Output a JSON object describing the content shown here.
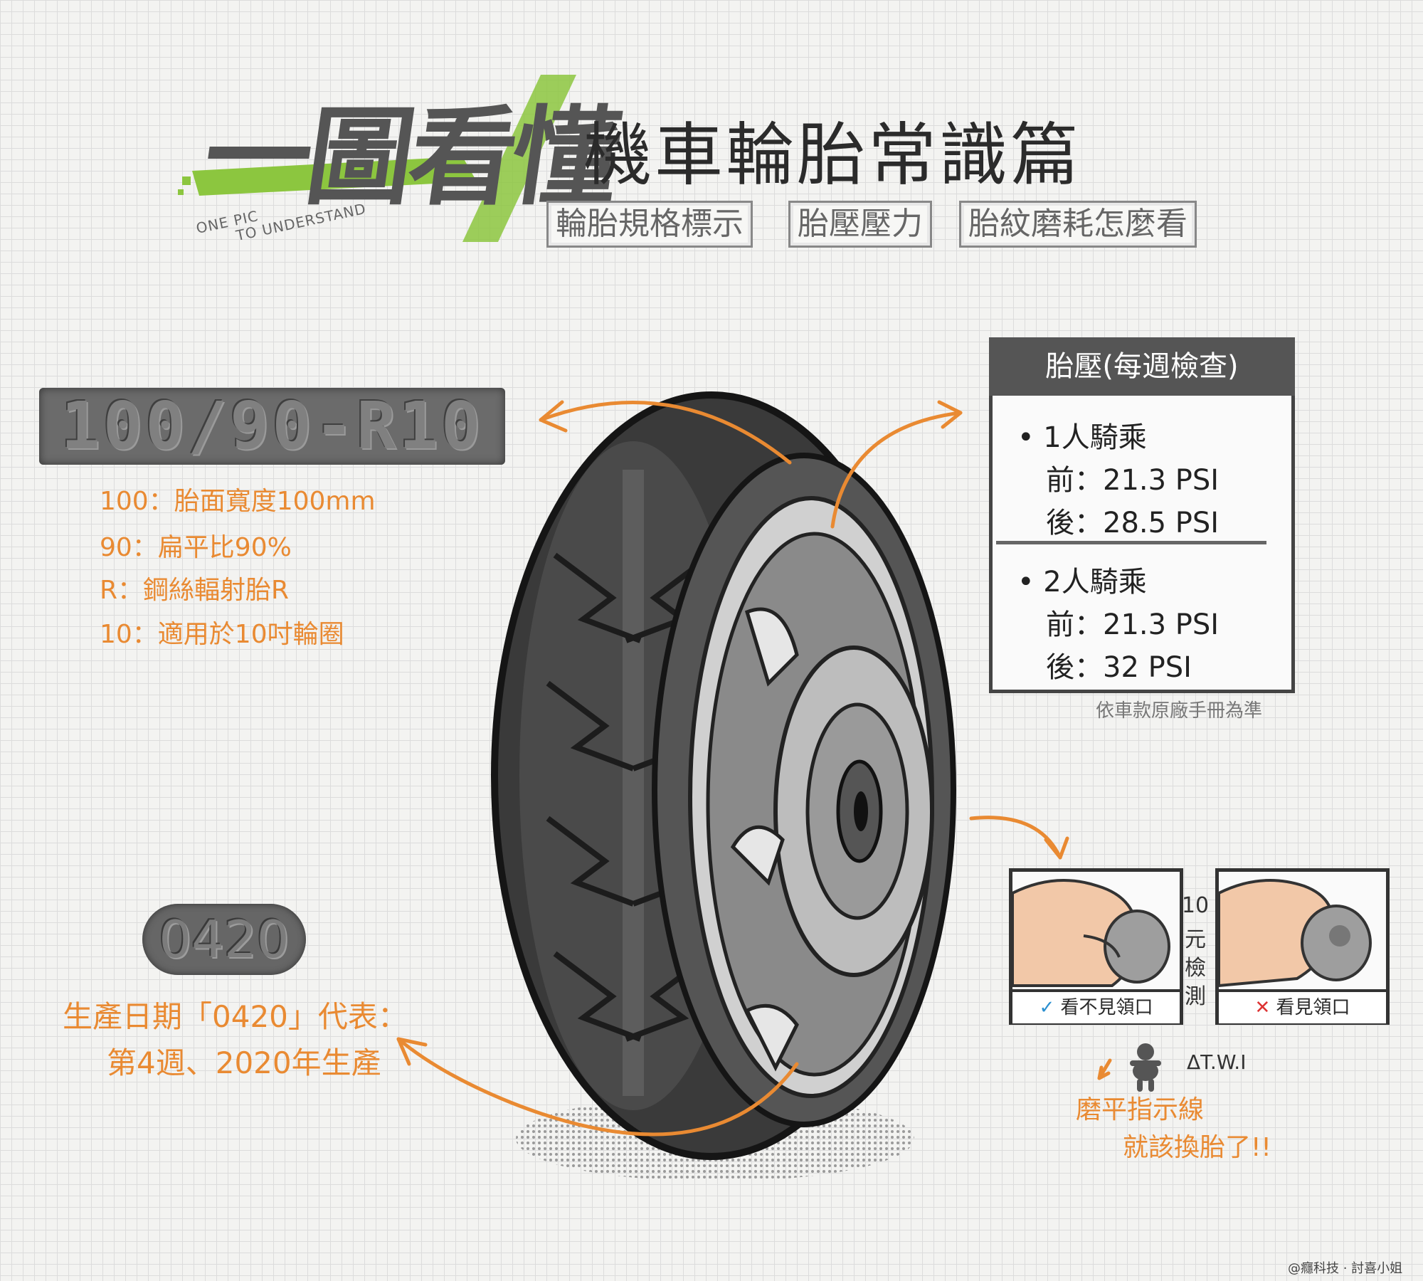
{
  "header": {
    "logo_text": "一圖看懂",
    "logo_en_line1": "ONE PIC",
    "logo_en_line2": "TO UNDERSTAND",
    "title": "機車輪胎常識篇",
    "tags": [
      "輪胎規格標示",
      "胎壓壓力",
      "胎紋磨耗怎麼看"
    ]
  },
  "spec": {
    "code": "100/90-R10",
    "lines": [
      "100：胎面寬度100mm",
      "90：扁平比90%",
      "R：鋼絲輻射胎R",
      "10：適用於10吋輪圈"
    ]
  },
  "date": {
    "code": "0420",
    "line1": "生產日期「0420」代表：",
    "line2": "第4週、2020年生產"
  },
  "pressure": {
    "title": "胎壓(每週檢查)",
    "group1_label": "• 1人騎乘",
    "group1_front": "前：21.3 PSI",
    "group1_rear": "後：28.5 PSI",
    "group2_label": "• 2人騎乘",
    "group2_front": "前：21.3 PSI",
    "group2_rear": "後：32 PSI",
    "note": "依車款原廠手冊為準"
  },
  "coin_test": {
    "vertical_label": [
      "10",
      "元",
      "檢",
      "測"
    ],
    "ok_mark": "✓",
    "ok_label": "看不見領口",
    "bad_mark": "✕",
    "bad_label": "看見領口"
  },
  "wear": {
    "twi_label": "ΔT.W.I",
    "line1": "磨平指示線",
    "line2": "就該換胎了!!"
  },
  "credit": "@癮科技 · 討喜小姐",
  "colors": {
    "accent_orange": "#e98a32",
    "logo_green": "#8cc63f",
    "tire_dark": "#3a3a3a"
  }
}
